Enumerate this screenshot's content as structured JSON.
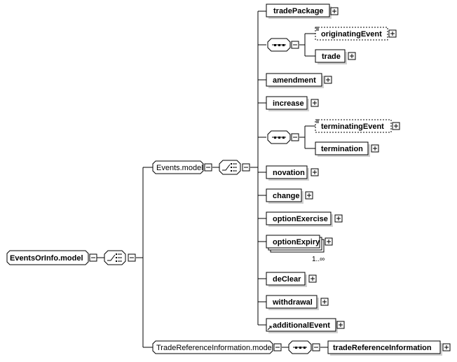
{
  "root": {
    "label": "EventsOrInfo.model",
    "connector": "choice"
  },
  "events_model": {
    "label": "Events.model",
    "connector": "choice"
  },
  "elements": {
    "tradePackage": "tradePackage",
    "originatingEvent": "originatingEvent",
    "trade": "trade",
    "amendment": "amendment",
    "increase": "increase",
    "terminatingEvent": "terminatingEvent",
    "termination": "termination",
    "novation": "novation",
    "change": "change",
    "optionExercise": "optionExercise",
    "optionExpiry": "optionExpiry",
    "optionExpiry_occurs": "1..∞",
    "deClear": "deClear",
    "withdrawal": "withdrawal",
    "additionalEvent": "additionalEvent"
  },
  "trade_ref_model": {
    "label": "TradeReferenceInformation.model",
    "connector": "sequence"
  },
  "trade_ref_element": {
    "label": "tradeReferenceInformation"
  },
  "icons": {
    "expand": "plus-box-icon",
    "collapse": "minus-box-icon",
    "choice": "choice-compositor-icon",
    "sequence": "sequence-compositor-icon",
    "abstract": "abstract-list-icon",
    "substitution": "substitution-arrow-icon"
  }
}
